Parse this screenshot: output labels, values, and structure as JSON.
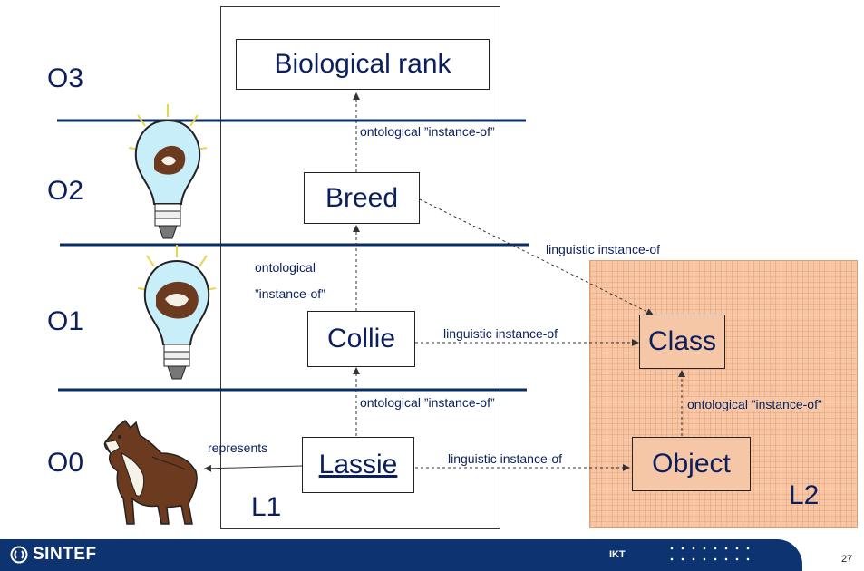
{
  "levels": {
    "o3": "O3",
    "o2": "O2",
    "o1": "O1",
    "o0": "O0"
  },
  "nodes": {
    "biological_rank": "Biological rank",
    "breed": "Breed",
    "collie": "Collie",
    "lassie": "Lassie",
    "class": "Class",
    "object": "Object"
  },
  "frames": {
    "l1": "L1",
    "l2": "L2"
  },
  "edge_labels": {
    "breed_to_rank": "ontological ”instance-of”",
    "collie_to_breed_line1": "ontological",
    "collie_to_breed_line2": "”instance-of”",
    "lassie_to_collie": "ontological ”instance-of”",
    "breed_to_class": "linguistic instance-of",
    "collie_to_class": "linguistic instance-of",
    "lassie_to_object": "linguistic instance-of",
    "object_to_class": "ontological ”instance-of”",
    "represents": "represents"
  },
  "footer": {
    "logo_text": "SINTEF",
    "dept": "IKT",
    "page_number": "27"
  },
  "colors": {
    "text": "#0b1f5e",
    "divider": "#0b2d66",
    "l2_fill": "#f6c7a6",
    "footer_bar": "#0d3470"
  },
  "icons": [
    "lightbulb-collie-icon",
    "lightbulb-collie-icon",
    "collie-dog-icon",
    "sintef-logo-icon"
  ]
}
